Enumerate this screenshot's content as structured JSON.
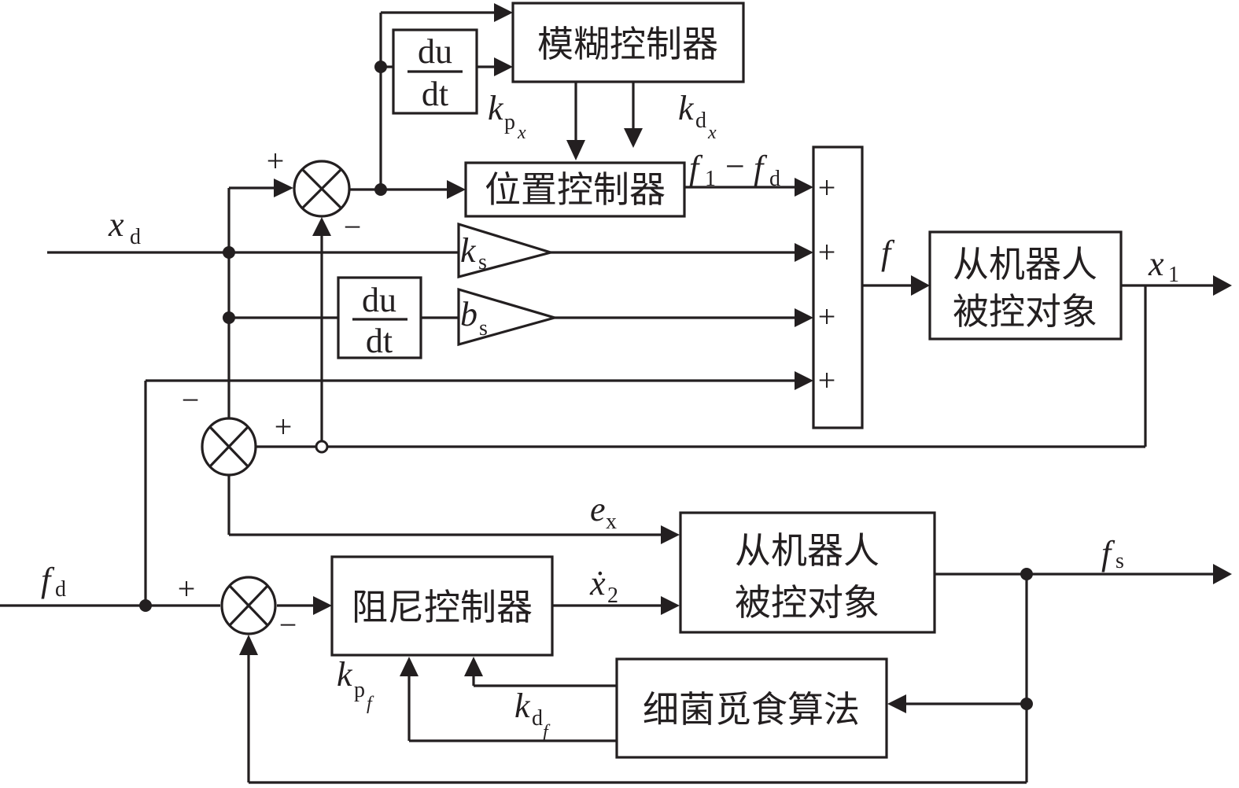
{
  "blocks": {
    "fuzzy_controller": "模糊控制器",
    "position_controller": "位置控制器",
    "slave_robot_top_line1": "从机器人",
    "slave_robot_top_line2": "被控对象",
    "slave_robot_bottom_line1": "从机器人",
    "slave_robot_bottom_line2": "被控对象",
    "damping_controller": "阻尼控制器",
    "bfo_algorithm": "细菌觅食算法",
    "derivative_numerator": "du",
    "derivative_denominator": "dt"
  },
  "signals": {
    "xd": {
      "main": "x",
      "sub": "d"
    },
    "fd": {
      "main": "f",
      "sub": "d"
    },
    "f": {
      "main": "f"
    },
    "x1": {
      "main": "x",
      "sub": "1"
    },
    "fs": {
      "main": "f",
      "sub": "s"
    },
    "ex": {
      "main": "e",
      "sub": "x"
    },
    "x2dot": {
      "main": "ẋ",
      "sub": "2"
    },
    "f1_minus_fd": {
      "a": "f",
      "a_sub": "1",
      "op": "−",
      "b": "f",
      "b_sub": "d"
    },
    "kpx": {
      "main": "k",
      "sub": "p",
      "subsub": "x"
    },
    "kdx": {
      "main": "k",
      "sub": "d",
      "subsub": "x"
    },
    "kpf": {
      "main": "k",
      "sub": "p",
      "subsub": "f"
    },
    "kdf": {
      "main": "k",
      "sub": "d",
      "subsub": "f"
    }
  },
  "gains": {
    "ks": {
      "main": "k",
      "sub": "s"
    },
    "bs": {
      "main": "b",
      "sub": "s"
    }
  },
  "signs": {
    "plus": "+",
    "minus": "−"
  }
}
